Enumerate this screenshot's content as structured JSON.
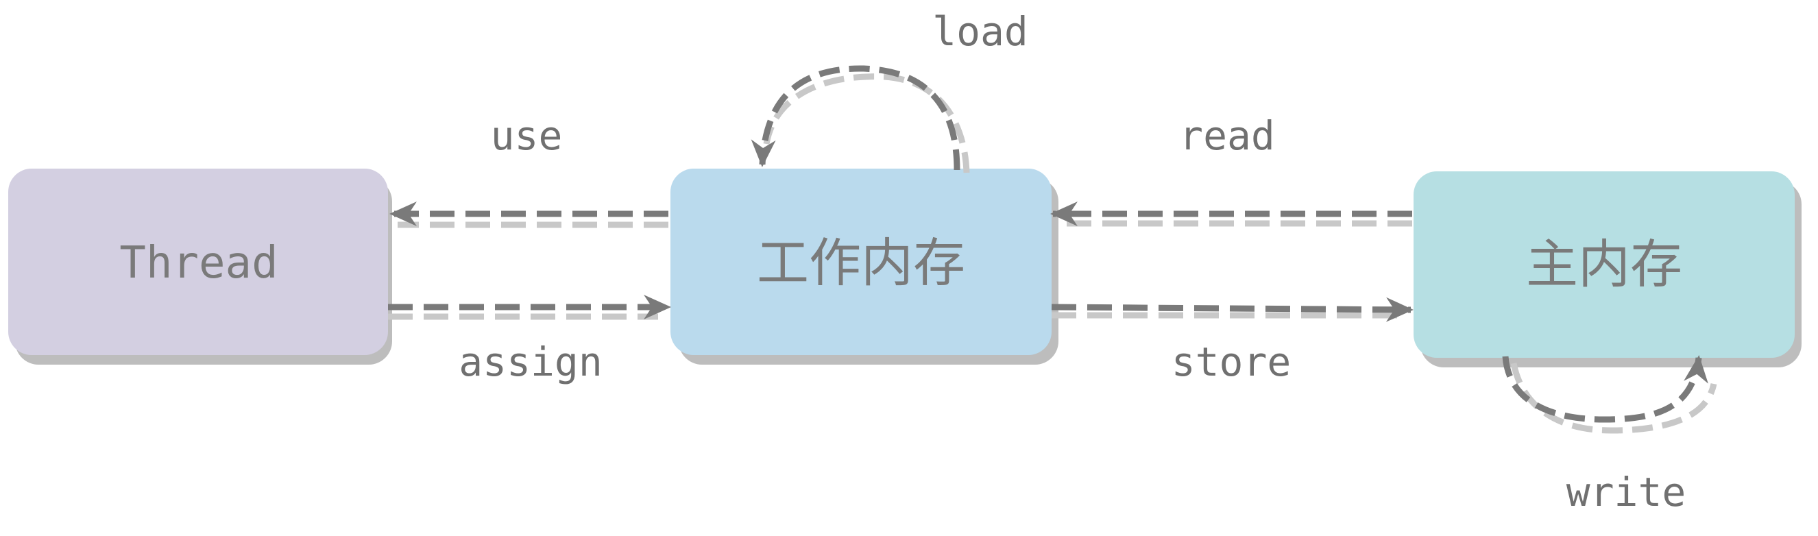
{
  "nodes": {
    "thread": {
      "label": "Thread",
      "fill": "#d3cfe1"
    },
    "working_memory": {
      "label": "工作内存",
      "fill": "#badaed"
    },
    "main_memory": {
      "label": "主内存",
      "fill": "#b6dfe3"
    }
  },
  "edges": {
    "use": {
      "label": "use",
      "from": "工作内存",
      "to": "Thread"
    },
    "assign": {
      "label": "assign",
      "from": "Thread",
      "to": "工作内存"
    },
    "read": {
      "label": "read",
      "from": "主内存",
      "to": "工作内存"
    },
    "store": {
      "label": "store",
      "from": "工作内存",
      "to": "主内存"
    },
    "load": {
      "label": "load",
      "from": "工作内存",
      "to": "工作内存"
    },
    "write": {
      "label": "write",
      "from": "主内存",
      "to": "主内存"
    }
  },
  "colors": {
    "shadow": "#bdbdbd",
    "arrow_dark": "#7a7a7a",
    "arrow_light": "#c8c8c8",
    "text": "#7a7a7a"
  }
}
